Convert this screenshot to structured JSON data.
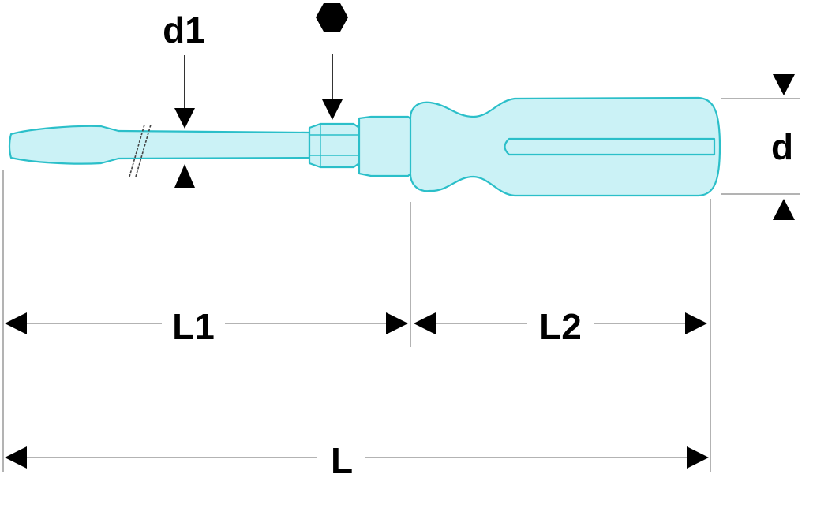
{
  "labels": {
    "shank_diameter": "d1",
    "handle_diameter": "d",
    "blade_length": "L1",
    "handle_length": "L2",
    "overall_length": "L"
  },
  "symbols": {
    "hex_bolster": "hexagon-icon"
  },
  "colors": {
    "tool_fill": "#cbf2f6",
    "tool_outline": "#2bbfc9",
    "dimension_line": "#000000",
    "extension_line": "#9a9a9a",
    "background": "#ffffff"
  }
}
